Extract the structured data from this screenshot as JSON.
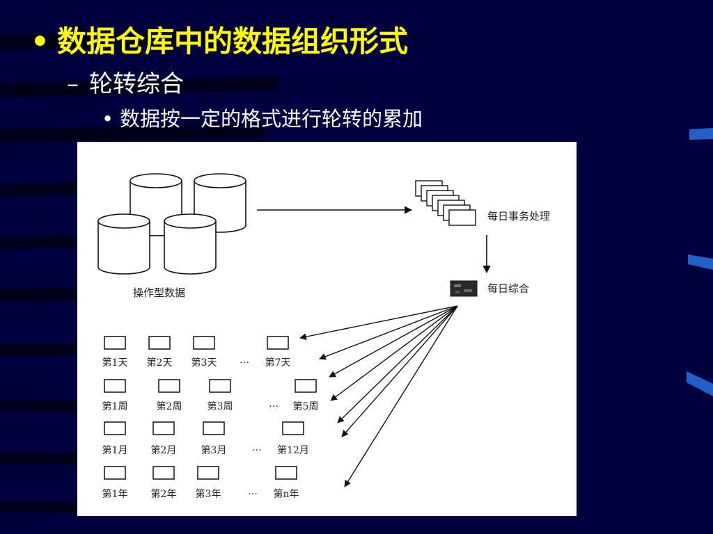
{
  "slide": {
    "title": "数据仓库中的数据组织形式",
    "subtitle": "轮转综合",
    "point": "数据按一定的格式进行轮转的累加",
    "bullet_symbol": "•",
    "dash_symbol": "–",
    "colors": {
      "background": "#00003e",
      "title": "#ffff00",
      "text": "#ffffff",
      "stripe": "#000018",
      "accent": "#2060c8"
    }
  },
  "diagram": {
    "operational_label": "操作型数据",
    "daily_transaction_label": "每日事务处理",
    "daily_summary_label": "每日综合",
    "ellipsis": "…",
    "rows": [
      {
        "name": "days",
        "labels": [
          "第1天",
          "第2天",
          "第3天",
          "第7天"
        ]
      },
      {
        "name": "weeks",
        "labels": [
          "第1周",
          "第2周",
          "第3周",
          "第5周"
        ]
      },
      {
        "name": "months",
        "labels": [
          "第1月",
          "第2月",
          "第3月",
          "第12月"
        ]
      },
      {
        "name": "years",
        "labels": [
          "第1年",
          "第2年",
          "第3年",
          "第n年"
        ]
      }
    ]
  }
}
